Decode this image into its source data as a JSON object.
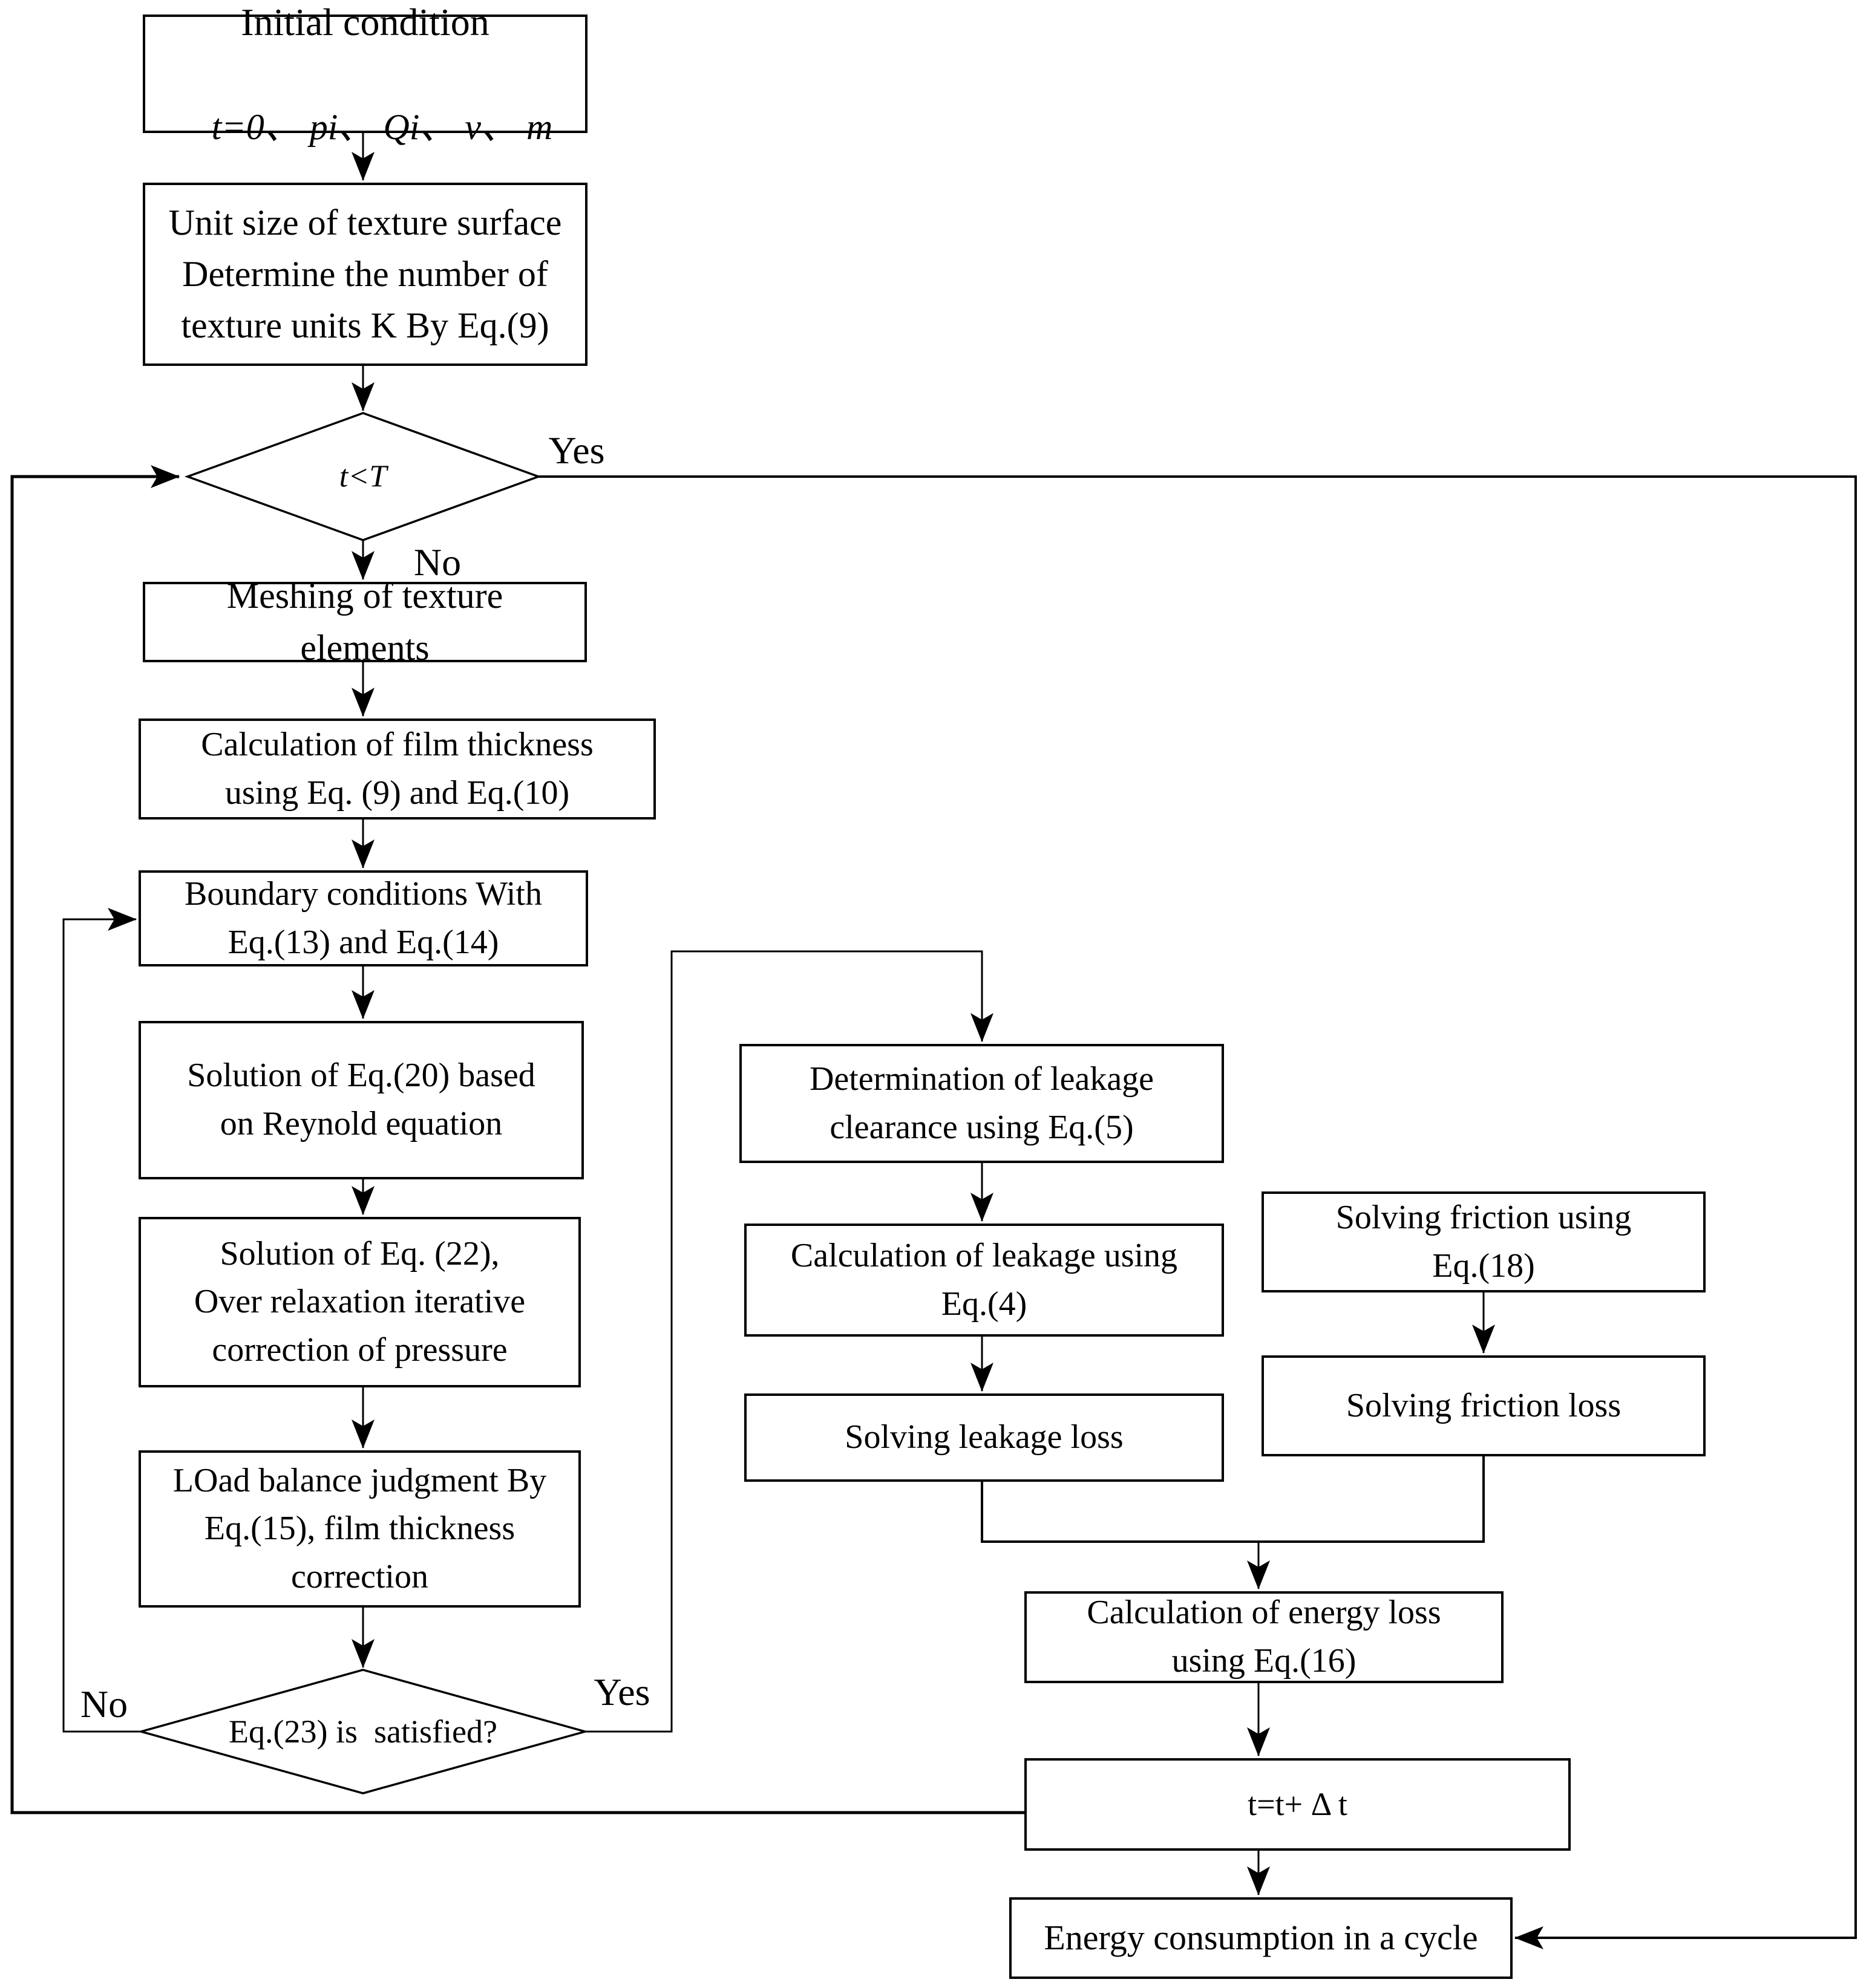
{
  "figure": {
    "type": "flowchart",
    "background_color": "#ffffff",
    "line_color": "#000000",
    "text_color": "#000000",
    "nodes": {
      "init": {
        "shape": "rect",
        "line1": "Initial condition",
        "line2": "t=0、 pi、 Qi、 v、 m"
      },
      "unit": {
        "shape": "rect",
        "text": "Unit size of texture surface\nDetermine the number of\ntexture units K By Eq.(9)"
      },
      "t_lt_T": {
        "shape": "diamond",
        "text": "t<T"
      },
      "mesh": {
        "shape": "rect",
        "text": "Meshing of texture\nelements"
      },
      "film": {
        "shape": "rect",
        "text": "Calculation of film thickness\nusing Eq. (9) and Eq.(10)"
      },
      "bound": {
        "shape": "rect",
        "text": "Boundary conditions With\nEq.(13) and Eq.(14)"
      },
      "sol20": {
        "shape": "rect",
        "text": "Solution of Eq.(20) based\non Reynold equation"
      },
      "sol22": {
        "shape": "rect",
        "text": "Solution of Eq. (22),\nOver relaxation iterative\ncorrection of pressure"
      },
      "load": {
        "shape": "rect",
        "text": "LOad balance judgment By\nEq.(15), film thickness\ncorrection"
      },
      "eq23": {
        "shape": "diamond",
        "text": "Eq.(23) is  satisfied?"
      },
      "det": {
        "shape": "rect",
        "text": "Determination of leakage\nclearance using Eq.(5)"
      },
      "leak": {
        "shape": "rect",
        "text": "Calculation of leakage using\nEq.(4)"
      },
      "leakloss": {
        "shape": "rect",
        "text": "Solving leakage loss"
      },
      "fric": {
        "shape": "rect",
        "text": "Solving friction using\nEq.(18)"
      },
      "fricloss": {
        "shape": "rect",
        "text": "Solving friction loss"
      },
      "energy": {
        "shape": "rect",
        "text": "Calculation of energy loss\nusing Eq.(16)"
      },
      "tinc": {
        "shape": "rect",
        "text": "t=t+ Δ t"
      },
      "cycle": {
        "shape": "rect",
        "text": "Energy consumption in a cycle"
      }
    },
    "edge_labels": {
      "yes_top": "Yes",
      "no_top": "No",
      "no_loop": "No",
      "yes_loop": "Yes"
    },
    "edges": [
      {
        "from": "init",
        "to": "unit",
        "label": ""
      },
      {
        "from": "unit",
        "to": "t_lt_T",
        "label": ""
      },
      {
        "from": "t_lt_T",
        "to": "cycle",
        "label": "Yes",
        "route": "right edge of page, down, into right side of Energy consumption box"
      },
      {
        "from": "t_lt_T",
        "to": "mesh",
        "label": "No"
      },
      {
        "from": "mesh",
        "to": "film",
        "label": ""
      },
      {
        "from": "film",
        "to": "bound",
        "label": ""
      },
      {
        "from": "bound",
        "to": "sol20",
        "label": ""
      },
      {
        "from": "sol20",
        "to": "sol22",
        "label": ""
      },
      {
        "from": "sol22",
        "to": "load",
        "label": ""
      },
      {
        "from": "load",
        "to": "eq23",
        "label": ""
      },
      {
        "from": "eq23",
        "to": "bound",
        "label": "No",
        "route": "left, up, into left side of Boundary conditions box"
      },
      {
        "from": "eq23",
        "to": "det",
        "label": "Yes",
        "route": "right, up, right, down into Determination box"
      },
      {
        "from": "det",
        "to": "leak",
        "label": ""
      },
      {
        "from": "leak",
        "to": "leakloss",
        "label": ""
      },
      {
        "from": "fric",
        "to": "fricloss",
        "label": ""
      },
      {
        "from": "leakloss",
        "to": "energy",
        "label": "",
        "route": "merge with friction loss"
      },
      {
        "from": "fricloss",
        "to": "energy",
        "label": "",
        "route": "merge with leakage loss"
      },
      {
        "from": "energy",
        "to": "tinc",
        "label": ""
      },
      {
        "from": "tinc",
        "to": "cycle",
        "label": ""
      },
      {
        "from": "tinc",
        "to": "t_lt_T",
        "label": "",
        "route": "left edge of page, up, into left vertex of t<T diamond"
      }
    ]
  }
}
